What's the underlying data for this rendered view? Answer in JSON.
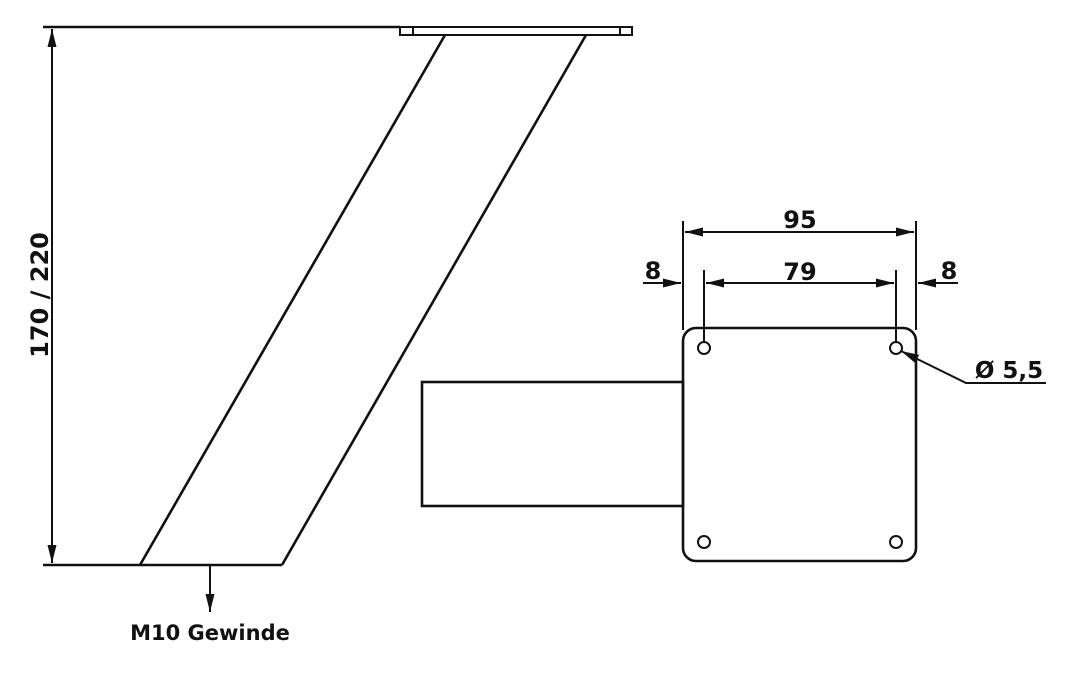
{
  "side_view": {
    "height_dimension": "170 / 220",
    "thread_label": "M10 Gewinde"
  },
  "plate_view": {
    "width_overall": "95",
    "hole_spacing": "79",
    "edge_offset_left": "8",
    "edge_offset_right": "8",
    "hole_diameter": "Ø 5,5"
  }
}
